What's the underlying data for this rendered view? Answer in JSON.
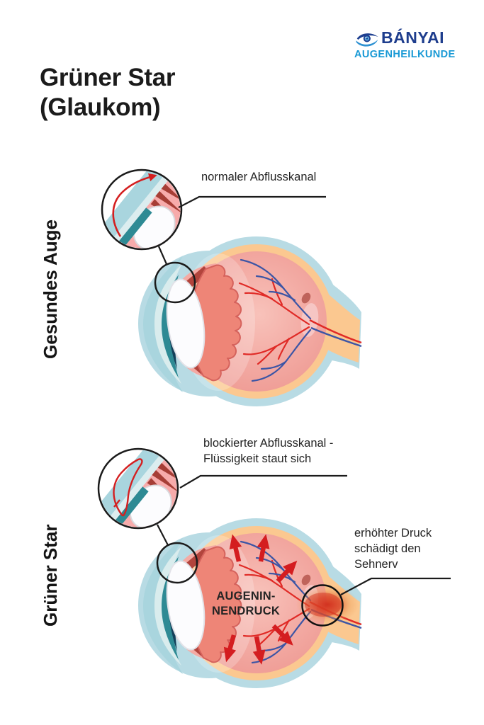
{
  "header": {
    "title_line1": "Grüner Star",
    "title_line2": "(Glaukom)",
    "logo": {
      "name": "BÁNYAI",
      "subtitle": "AUGENHEILKUNDE",
      "icon": "eye-logo-icon",
      "name_color": "#1e3d8d",
      "subtitle_color": "#1899d5"
    }
  },
  "sections": [
    {
      "id": "healthy-eye",
      "side_label": "Gesundes Auge",
      "annotations": [
        {
          "text": "normaler Abflusskanal"
        }
      ]
    },
    {
      "id": "glaucoma-eye",
      "side_label": "Grüner Star",
      "annotations": [
        {
          "text": "blockierter Abflusskanal - Flüssigkeit staut sich"
        },
        {
          "text": "erhöhter Druck schädigt den Sehnerv"
        }
      ],
      "inner_label": "AUGENIN-NENDRUCK"
    }
  ],
  "palette": {
    "sclera_blue": "#b8dbe4",
    "cornea_blue": "#a9d5de",
    "choroid_orange": "#fbc890",
    "vitreous_pink": "#f3aba4",
    "ciliary_salmon": "#ee8577",
    "ciliary_dark": "#a83f38",
    "iris_teal": "#2e8a94",
    "pupil_navy": "#14405a",
    "vessel_red": "#e02a26",
    "vessel_blue": "#3c55a5",
    "arrow_red": "#d41d20",
    "outline_black": "#1b1b1b"
  }
}
